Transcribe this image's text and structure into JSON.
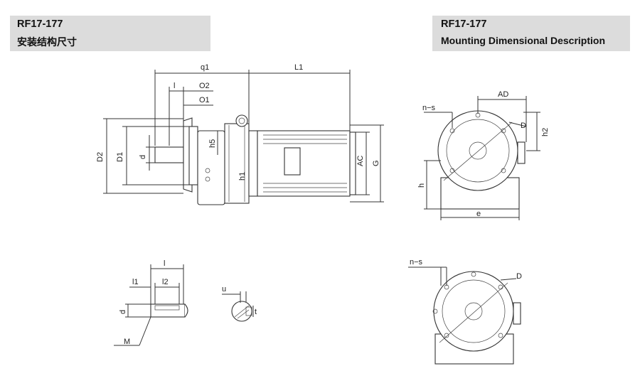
{
  "header_left": {
    "model": "RF17-177",
    "subtitle": "安装结构尺寸"
  },
  "header_right": {
    "model": "RF17-177",
    "subtitle": "Mounting Dimensional Description"
  },
  "side_view_labels": {
    "q1": "q1",
    "L1": "L1",
    "l": "l",
    "O2": "O2",
    "O1": "O1",
    "D2": "D2",
    "D1": "D1",
    "d": "d",
    "h5": "h5",
    "h1": "h1",
    "AC": "AC",
    "G": "G"
  },
  "front_view_labels": {
    "n_s": "n−s",
    "AD": "AD",
    "D": "D",
    "h2": "h2",
    "h": "h",
    "e": "e"
  },
  "shaft_detail_labels": {
    "l": "l",
    "l1": "l1",
    "l2": "l2",
    "d": "d",
    "M": "M"
  },
  "key_detail_labels": {
    "u": "u",
    "t": "t"
  },
  "bottom_view_labels": {
    "n_s": "n−s",
    "D": "D"
  }
}
